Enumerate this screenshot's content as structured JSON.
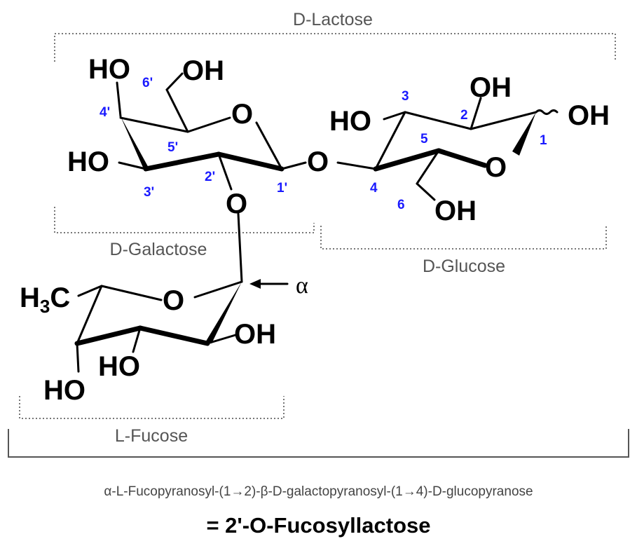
{
  "brackets": {
    "lactose": "D-Lactose",
    "galactose": "D-Galactose",
    "glucose": "D-Glucose",
    "fucose": "L-Fucose"
  },
  "atoms": {
    "ho_4p": "HO",
    "oh_6p": "OH",
    "o_ring_gal": "O",
    "ho_3p": "HO",
    "o_glyco_14": "O",
    "o_glyco_12": "O",
    "oh_2": "OH",
    "oh_1": "OH",
    "ho_3": "HO",
    "o_ring_glc": "O",
    "oh_6": "OH",
    "h3c": "H3C",
    "o_ring_fuc": "O",
    "oh_fuc_2": "OH",
    "ho_fuc_3": "HO",
    "ho_fuc_4": "HO"
  },
  "numbers": {
    "n6p": "6'",
    "n4p": "4'",
    "n5p": "5'",
    "n3p": "3'",
    "n2p": "2'",
    "n1p": "1'",
    "n3": "3",
    "n2": "2",
    "n1": "1",
    "n5": "5",
    "n4": "4",
    "n6": "6"
  },
  "alpha_label": "α",
  "iupac_name": "α-L-Fucopyranosyl-(1→2)-β-D-galactopyranosyl-(1→4)-D-glucopyranose",
  "compound_name": "= 2'-O-Fucosyllactose",
  "colors": {
    "numbering": "#1a1aff",
    "bracket_label": "#555555"
  }
}
